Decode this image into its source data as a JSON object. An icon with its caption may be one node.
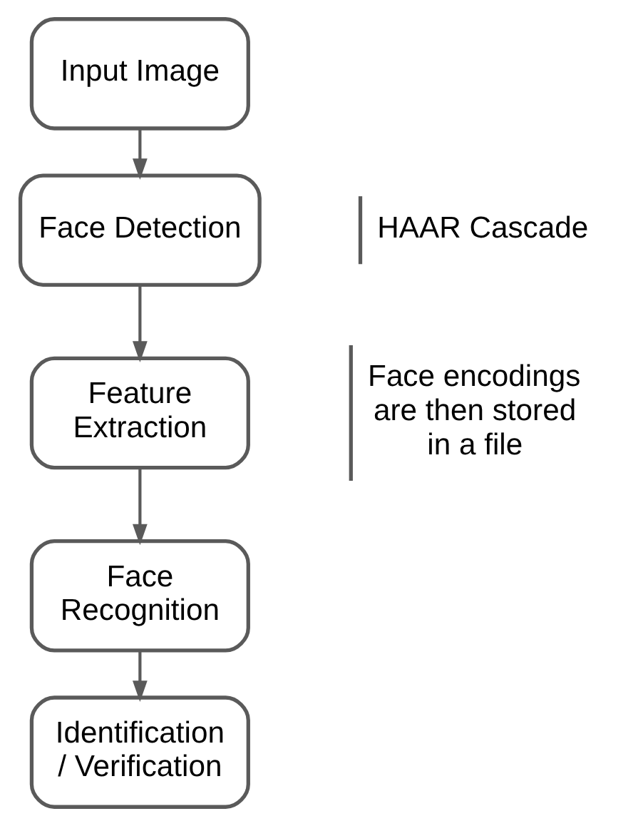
{
  "diagram": {
    "nodes": [
      {
        "text": [
          "Input Image"
        ]
      },
      {
        "text": [
          "Face Detection"
        ],
        "beside": [
          "HAAR Cascade"
        ]
      },
      {
        "text": [
          "Feature Extraction"
        ],
        "beside": [
          "Face encodings are then stored in a file"
        ]
      },
      {
        "text": [
          "Face Recognition"
        ]
      },
      {
        "text": [
          "Identification/ Verification"
        ]
      }
    ],
    "edges": [
      {
        "from": 0,
        "to": 1,
        "arrow": "to"
      },
      {
        "from": 1,
        "to": 2,
        "arrow": "to"
      },
      {
        "from": 2,
        "to": 3,
        "arrow": "to"
      },
      {
        "from": 3,
        "to": 4,
        "arrow": "to"
      }
    ]
  }
}
